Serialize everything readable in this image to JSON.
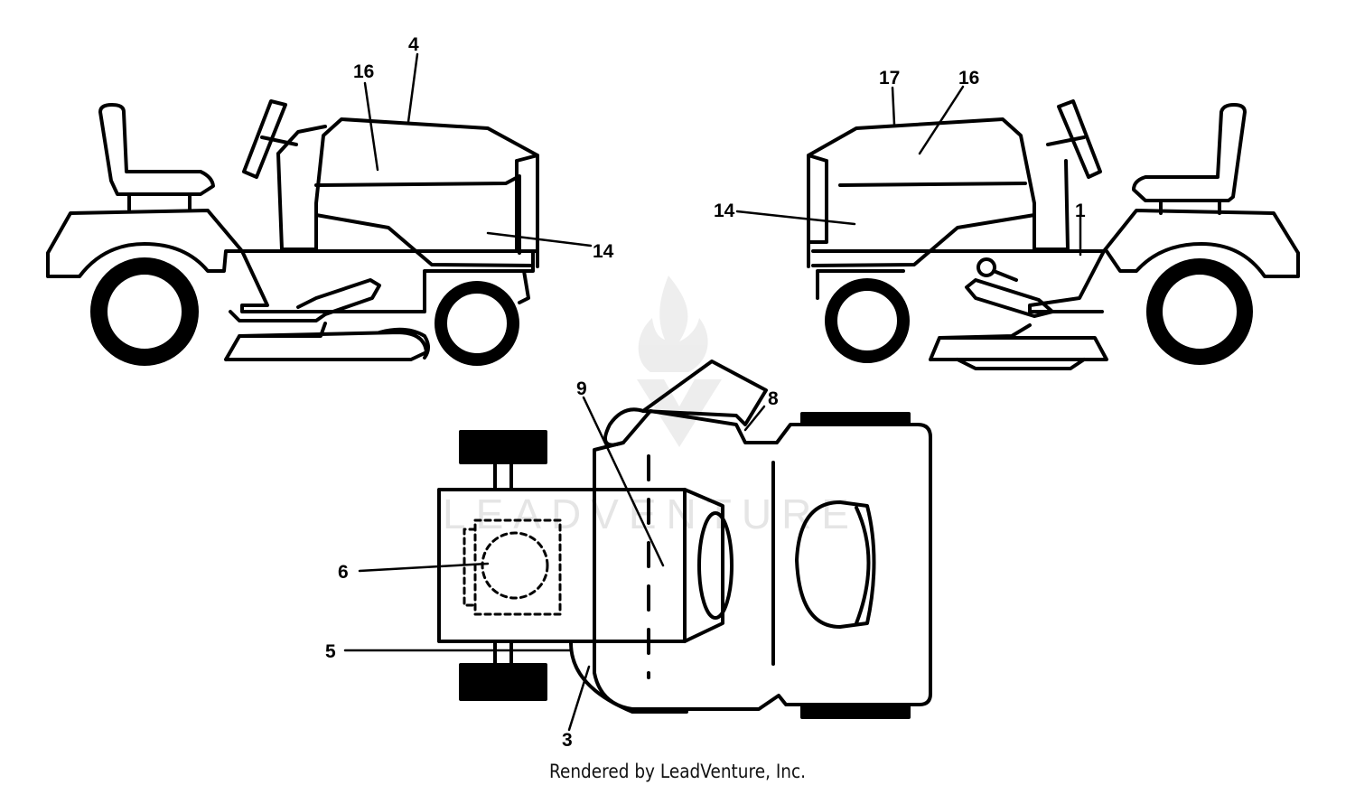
{
  "callouts": {
    "left_4": "4",
    "left_16": "16",
    "left_14": "14",
    "right_17": "17",
    "right_16": "16",
    "right_14": "14",
    "right_1": "1",
    "top_9": "9",
    "top_8": "8",
    "top_6": "6",
    "top_5": "5",
    "top_3": "3"
  },
  "watermark": "LEADVENTURE",
  "footer": "Rendered by LeadVenture, Inc.",
  "colors": {
    "line": "#000000",
    "background": "#ffffff",
    "watermark": "#e3e3e3"
  }
}
